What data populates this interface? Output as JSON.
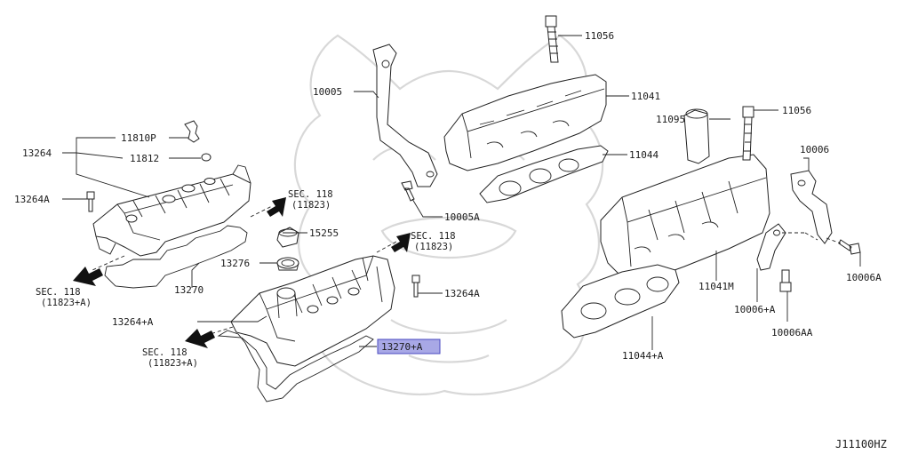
{
  "diagram_code": "J11100HZ",
  "highlighted_part": "13270+A",
  "part_labels": {
    "p11056_top": "11056",
    "p11041": "11041",
    "p10005": "10005",
    "p11095": "11095",
    "p11056_right": "11056",
    "p11810P": "11810P",
    "p13264": "13264",
    "p11812": "11812",
    "p11044": "11044",
    "p10006": "10006",
    "p13264A_left": "13264A",
    "p10005A": "10005A",
    "p15255": "15255",
    "p13276": "13276",
    "p13270": "13270",
    "p13264A_mid": "13264A",
    "p11041M": "11041M",
    "p10006A": "10006A",
    "p13264pA": "13264+A",
    "p10006pA": "10006+A",
    "p10006AA": "10006AA",
    "p13270pA": "13270+A",
    "p11044pA": "11044+A"
  },
  "section_refs": {
    "sec_left_1": "SEC. 118",
    "sec_left_2": "(11823+A)",
    "sec_topmid_1": "SEC. 118",
    "sec_topmid_2": "(11823)",
    "sec_mid_1": "SEC. 118",
    "sec_mid_2": "(11823)",
    "sec_bottom_1": "SEC. 118",
    "sec_bottom_2": "(11823+A)"
  },
  "colors": {
    "highlight_fill": "#a8a8e6",
    "highlight_border": "#4a4ac0",
    "line": "#222222",
    "watermark": "#d8d8d8"
  }
}
